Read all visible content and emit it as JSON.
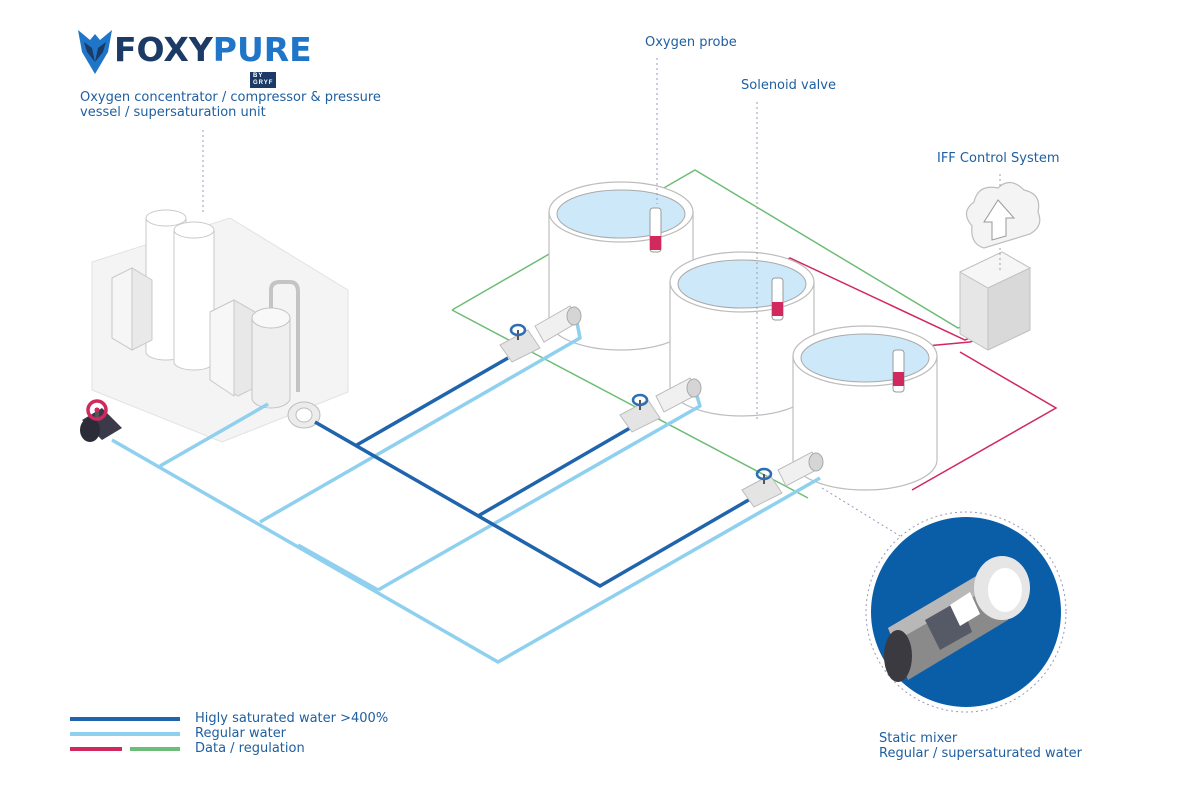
{
  "brand": {
    "name_part1": "FOXY",
    "name_part2": "PURE",
    "tagline": "BY GRYF"
  },
  "labels": {
    "concentrator_line1": "Oxygen concentrator / compressor & pressure",
    "concentrator_line2": "vessel / supersaturation unit",
    "oxygen_probe": "Oxygen probe",
    "solenoid_valve": "Solenoid valve",
    "iff_control": "IFF Control System",
    "static_mixer_line1": "Static mixer",
    "static_mixer_line2": "Regular / supersaturated water"
  },
  "legend": [
    {
      "label": "Higly saturated water >400%",
      "color": "#1f64ad"
    },
    {
      "label": "Regular water",
      "color": "#8fd0ef"
    },
    {
      "label": "Data / regulation",
      "colors": [
        "#d1285e",
        "#6ebd76"
      ]
    }
  ],
  "colors": {
    "saturated_water": "#1f64ad",
    "regular_water": "#8fd0ef",
    "data_red": "#d1285e",
    "data_green": "#6ebd76",
    "brand_dark": "#1b3a66",
    "brand_blue": "#1f76c8",
    "mixer_circle": "#0a5ea8"
  },
  "icons": [
    "fox-logo-icon",
    "cloud-upload-icon",
    "valve-wheel-icon"
  ]
}
